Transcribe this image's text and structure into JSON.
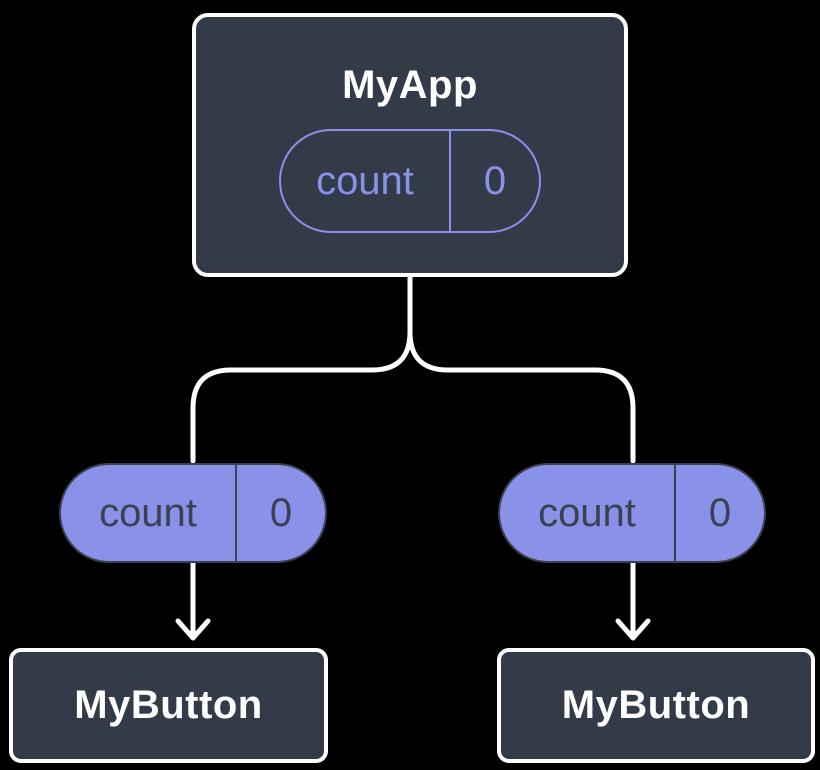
{
  "diagram": {
    "type": "component-tree",
    "colors": {
      "background": "#000000",
      "node_fill": "#343B48",
      "node_border": "#FFFFFF",
      "node_text": "#FFFFFF",
      "accent": "#8A91E8",
      "pill_border": "#3A4150",
      "pill_text": "#3A4150",
      "connector": "#FFFFFF"
    },
    "root": {
      "title": "MyApp",
      "state": {
        "name": "count",
        "value": "0"
      }
    },
    "children": [
      {
        "title": "MyButton",
        "prop": {
          "name": "count",
          "value": "0"
        }
      },
      {
        "title": "MyButton",
        "prop": {
          "name": "count",
          "value": "0"
        }
      }
    ]
  }
}
